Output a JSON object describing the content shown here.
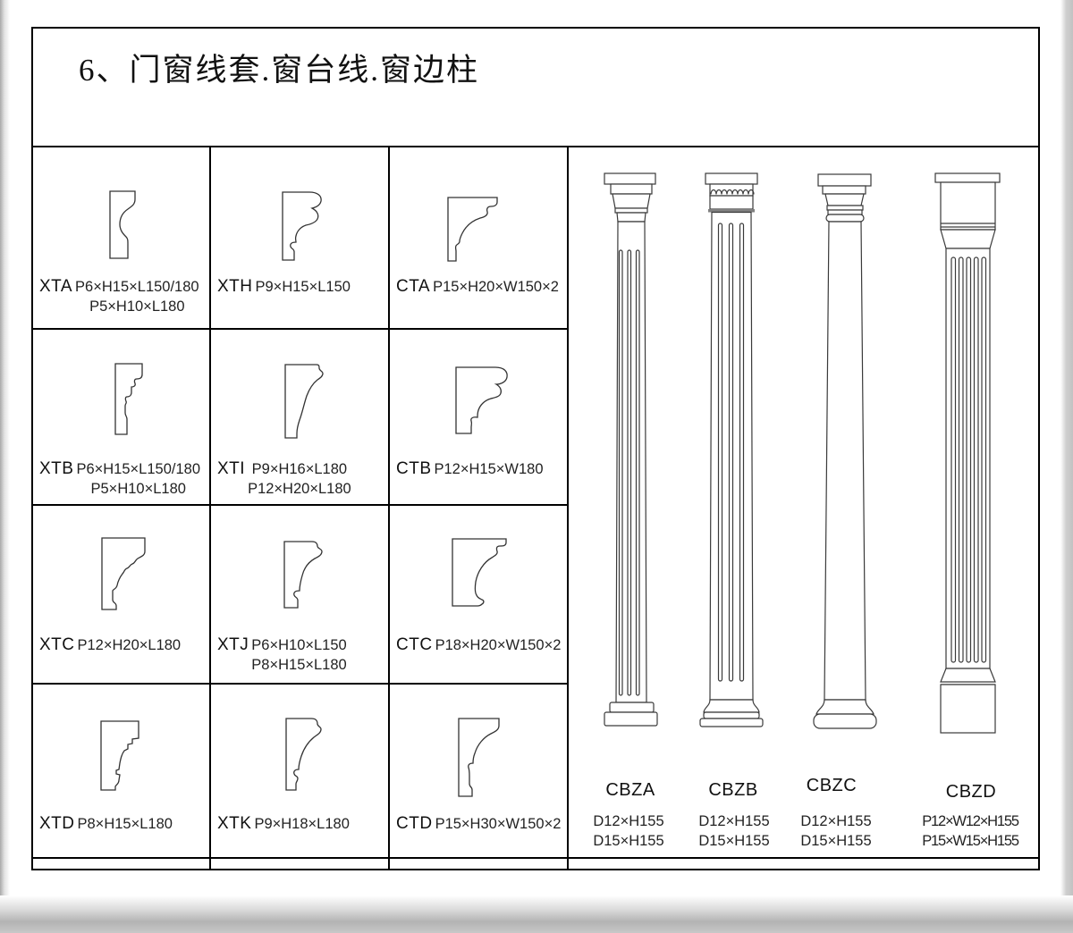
{
  "page": {
    "title": "6、门窗线套.窗台线.窗边柱"
  },
  "profiles": [
    {
      "name": "XTA",
      "dims": [
        "P6×H15×L150/180",
        "P5×H10×L180"
      ]
    },
    {
      "name": "XTH",
      "dims": [
        "P9×H15×L150"
      ]
    },
    {
      "name": "CTA",
      "dims": [
        "P15×H20×W150×2"
      ]
    },
    {
      "name": "XTB",
      "dims": [
        "P6×H15×L150/180",
        "P5×H10×L180"
      ]
    },
    {
      "name": "XTI",
      "dims": [
        "P9×H16×L180",
        "P12×H20×L180"
      ]
    },
    {
      "name": "CTB",
      "dims": [
        "P12×H15×W180"
      ]
    },
    {
      "name": "XTC",
      "dims": [
        "P12×H20×L180"
      ]
    },
    {
      "name": "XTJ",
      "dims": [
        "P6×H10×L150",
        "P8×H15×L180"
      ]
    },
    {
      "name": "CTC",
      "dims": [
        "P18×H20×W150×2"
      ]
    },
    {
      "name": "XTD",
      "dims": [
        "P8×H15×L180"
      ]
    },
    {
      "name": "XTK",
      "dims": [
        "P9×H18×L180"
      ]
    },
    {
      "name": "CTD",
      "dims": [
        "P15×H30×W150×2"
      ]
    }
  ],
  "columns": [
    {
      "name": "CBZA",
      "dims": [
        "D12×H155",
        "D15×H155"
      ]
    },
    {
      "name": "CBZB",
      "dims": [
        "D12×H155",
        "D15×H155"
      ]
    },
    {
      "name": "CBZC",
      "dims": [
        "D12×H155",
        "D15×H155"
      ]
    },
    {
      "name": "CBZD",
      "dims": [
        "P12×W12×H155",
        "P15×W15×H155"
      ]
    }
  ],
  "colors": {
    "line": "#1a1a1a",
    "page": "#ffffff",
    "scan_edge": "#b5b5b5"
  }
}
